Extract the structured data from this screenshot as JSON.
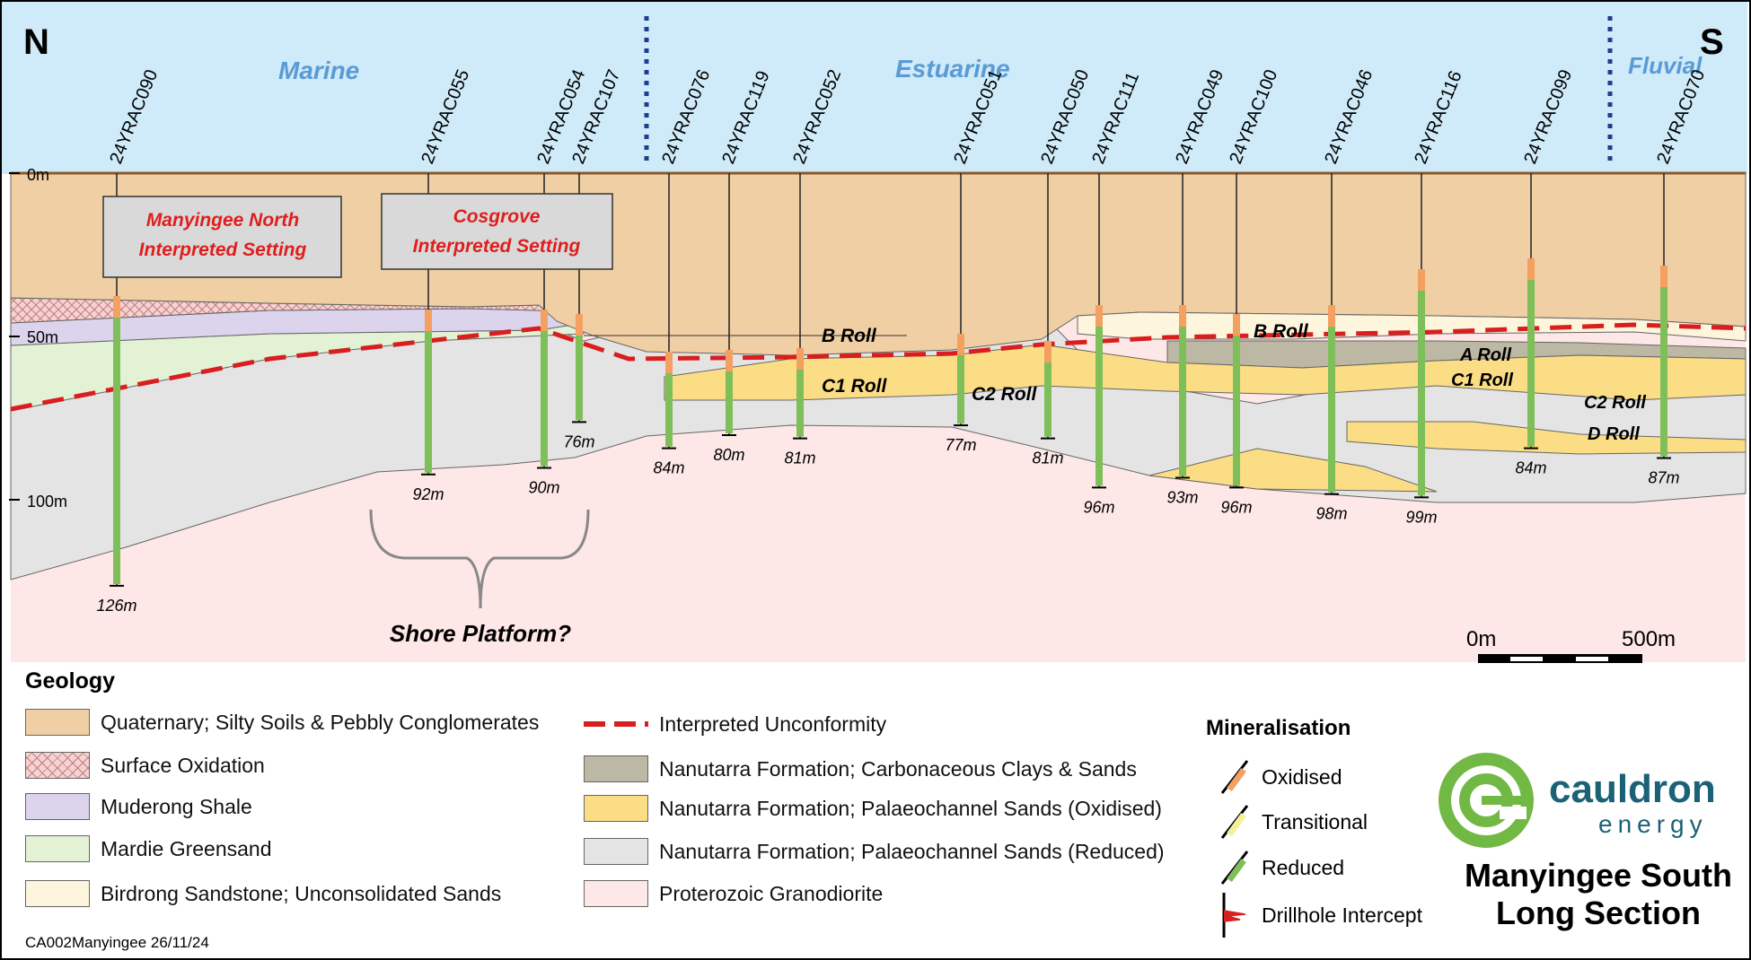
{
  "compass": {
    "north": "N",
    "south": "S"
  },
  "environments": {
    "marine": "Marine",
    "estuarine": "Estuarine",
    "fluvial": "Fluvial"
  },
  "depth_labels": {
    "d0": "0m",
    "d50": "50m",
    "d100": "100m"
  },
  "drillholes": [
    {
      "id": "24YRAC090",
      "td": "126m"
    },
    {
      "id": "24YRAC055",
      "td": "92m"
    },
    {
      "id": "24YRAC054",
      "td": "90m"
    },
    {
      "id": "24YRAC107",
      "td": "76m"
    },
    {
      "id": "24YRAC076",
      "td": "84m"
    },
    {
      "id": "24YRAC119",
      "td": "80m"
    },
    {
      "id": "24YRAC052",
      "td": "81m"
    },
    {
      "id": "24YRAC051",
      "td": "77m"
    },
    {
      "id": "24YRAC050",
      "td": "81m"
    },
    {
      "id": "24YRAC111",
      "td": "96m"
    },
    {
      "id": "24YRAC049",
      "td": "93m"
    },
    {
      "id": "24YRAC100",
      "td": "96m"
    },
    {
      "id": "24YRAC046",
      "td": "98m"
    },
    {
      "id": "24YRAC116",
      "td": "99m"
    },
    {
      "id": "24YRAC099",
      "td": "84m"
    },
    {
      "id": "24YRAC070",
      "td": "87m"
    }
  ],
  "settings": {
    "north": {
      "line1": "Manyingee North",
      "line2": "Interpreted Setting"
    },
    "cosgrove": {
      "line1": "Cosgrove",
      "line2": "Interpreted Setting"
    }
  },
  "annotations": {
    "shore_platform": "Shore Platform?",
    "b_roll_1": "B Roll",
    "b_roll_2": "B Roll",
    "c1_roll_1": "C1 Roll",
    "c2_roll_1": "C2 Roll",
    "a_roll": "A Roll",
    "c1_roll_2": "C1 Roll",
    "c2_roll_2": "C2 Roll",
    "d_roll": "D Roll"
  },
  "scale_bar": {
    "start": "0m",
    "end": "500m"
  },
  "legend": {
    "title": "Geology",
    "items": [
      {
        "label": "Quaternary; Silty Soils & Pebbly Conglomerates",
        "color": "#efcfa3"
      },
      {
        "label": "Surface Oxidation",
        "color": "#f3d3d3"
      },
      {
        "label": "Muderong Shale",
        "color": "#dcd4ec"
      },
      {
        "label": "Mardie Greensand",
        "color": "#e3f1d5"
      },
      {
        "label": "Birdrong Sandstone; Unconsolidated Sands",
        "color": "#fdf5dc"
      },
      {
        "label": "Interpreted Unconformity",
        "color": "#d81e1e"
      },
      {
        "label": "Nanutarra Formation; Carbonaceous Clays & Sands",
        "color": "#bdb8a3"
      },
      {
        "label": "Nanutarra Formation; Palaeochannel Sands (Oxidised)",
        "color": "#fbdd85"
      },
      {
        "label": "Nanutarra Formation; Palaeochannel Sands (Reduced)",
        "color": "#e4e4e4"
      },
      {
        "label": "Proterozoic Granodiorite",
        "color": "#fde7e7"
      }
    ]
  },
  "mineralisation": {
    "title": "Mineralisation",
    "items": [
      {
        "label": "Oxidised",
        "color": "#f4a060"
      },
      {
        "label": "Transitional",
        "color": "#f6ef9a"
      },
      {
        "label": "Reduced",
        "color": "#7fbf5a"
      },
      {
        "label": "Drillhole Intercept",
        "color": "#d81e1e"
      }
    ]
  },
  "brand": {
    "name": "cauldron",
    "sub": "energy",
    "logo_color": "#72b844",
    "text_color": "#1b6277"
  },
  "doc_title": {
    "line1": "Manyingee South",
    "line2": "Long Section"
  },
  "footer_code": "CA002Manyingee 26/11/24"
}
